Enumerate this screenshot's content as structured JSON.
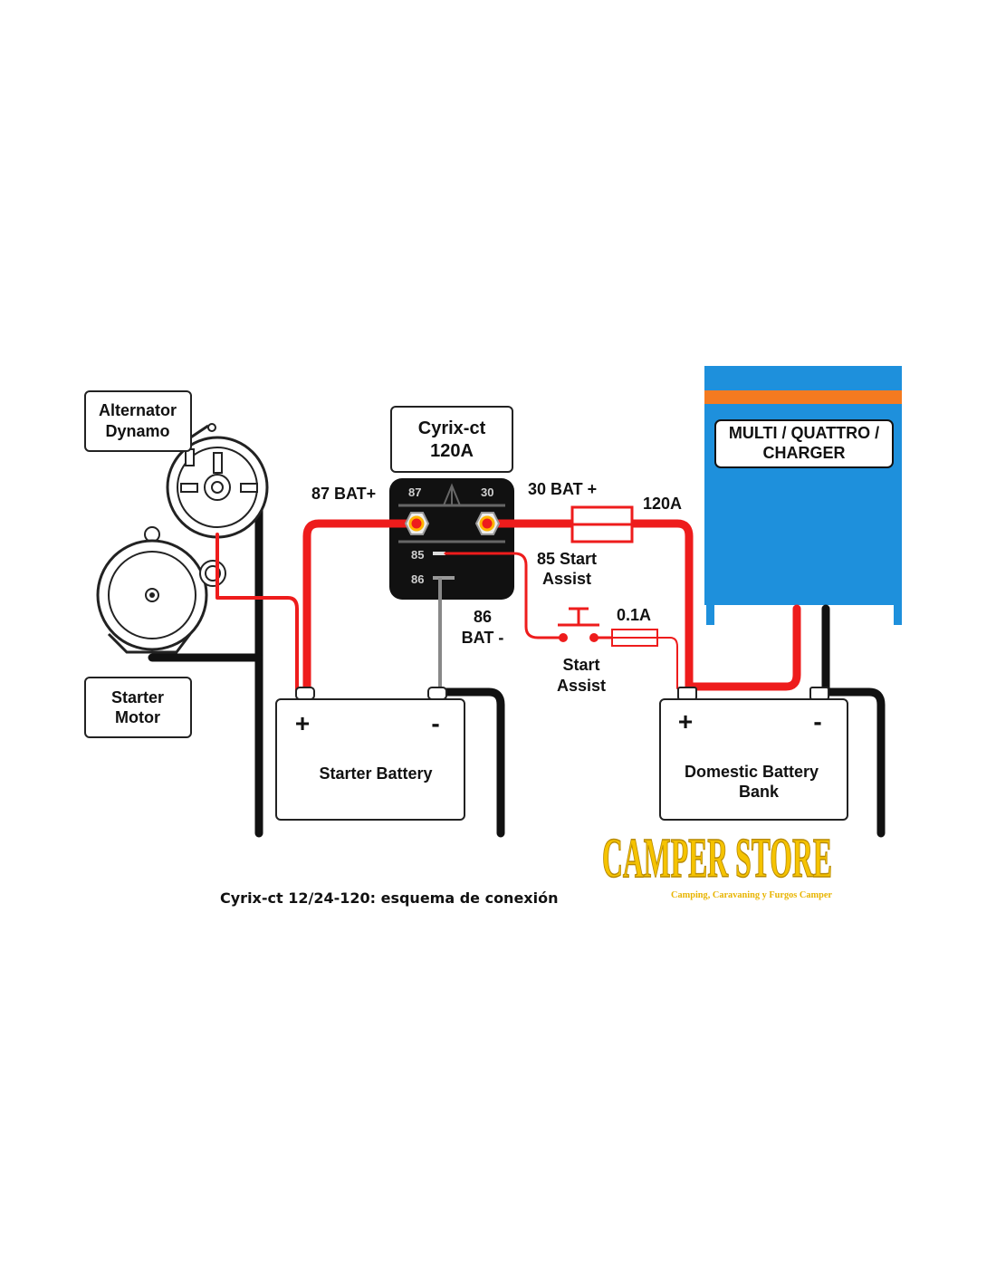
{
  "labels": {
    "alternator": [
      "Alternator",
      "Dynamo"
    ],
    "starter_motor": [
      "Starter",
      "Motor"
    ],
    "relay": [
      "Cyrix-ct",
      "120A"
    ],
    "charger": [
      "MULTI / QUATTRO /",
      "CHARGER"
    ],
    "bat87": "87 BAT+",
    "bat30": "30 BAT +",
    "fuse_main": "120A",
    "start85": [
      "85 Start",
      "Assist"
    ],
    "bat86": [
      "86",
      "BAT -"
    ],
    "fuse_small": "0.1A",
    "start_assist": [
      "Start",
      "Assist"
    ],
    "starter_battery": "Starter Battery",
    "domestic_battery": [
      "Domestic Battery",
      "Bank"
    ],
    "plus": "+",
    "minus": "-"
  },
  "terminals": {
    "t87": "87",
    "t30": "30",
    "t85": "85",
    "t86": "86"
  },
  "caption": "Cyrix-ct 12/24-120: esquema de conexión",
  "logo": {
    "name": "CAMPER STORE",
    "tagline": "Camping, Caravaning y Furgos Camper"
  },
  "colors": {
    "positive_wire": "#ee1c1c",
    "negative_wire": "#111111",
    "signal_wire": "#888888",
    "charger_blue": "#1e90dc",
    "charger_orange": "#f47a20",
    "relay_body": "#111111",
    "logo_yellow": "#f5c300"
  }
}
